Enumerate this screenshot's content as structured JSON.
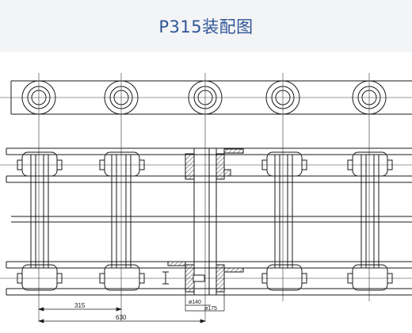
{
  "header": {
    "title": "P315装配图"
  },
  "drawing": {
    "dimensions": {
      "pitch": "315",
      "double_pitch": "630",
      "inner_diameter": "ø140",
      "outer_diameter": "ø175"
    },
    "colors": {
      "line": "#1a1a1a",
      "centerline": "#333333",
      "hatch": "#444444",
      "title": "#2f5597"
    }
  }
}
